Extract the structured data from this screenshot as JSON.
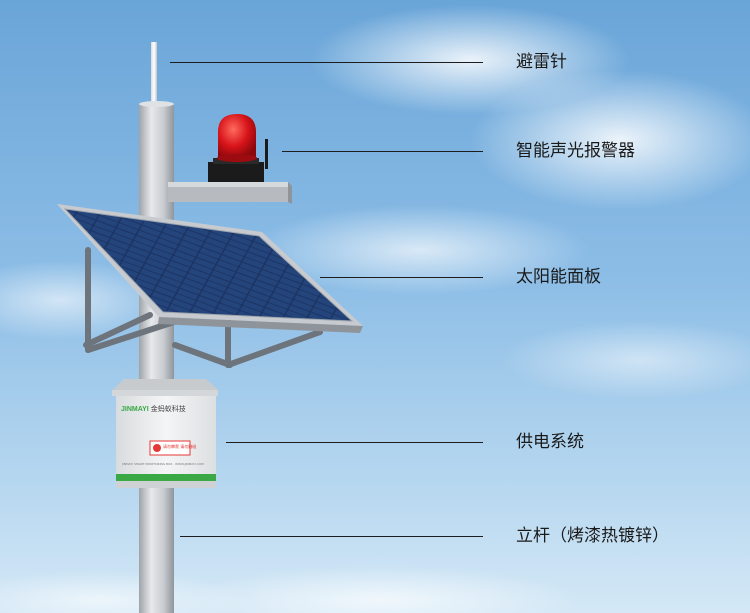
{
  "labels": {
    "lightning_rod": "避雷针",
    "alarm": "智能声光报警器",
    "solar_panel": "太阳能面板",
    "power_system": "供电系统",
    "pole": "立杆（烤漆热镀锌）"
  },
  "box": {
    "brand": "JINMAYI",
    "brand_cn": "金蚂蚁科技",
    "warning": "请勿攀爬 请勿触碰",
    "small_text": "JINMAYI SMART MONITORING BOX · WWW.JINMAYI.COM"
  },
  "colors": {
    "pole": "#cfd2d5",
    "alarm_red": "#d8141a",
    "panel_cell": "#1c3566",
    "panel_frame": "#c7cbd0",
    "box_body": "#eceeef",
    "box_stripe": "#3aa845",
    "line": "#1d1d1d"
  }
}
